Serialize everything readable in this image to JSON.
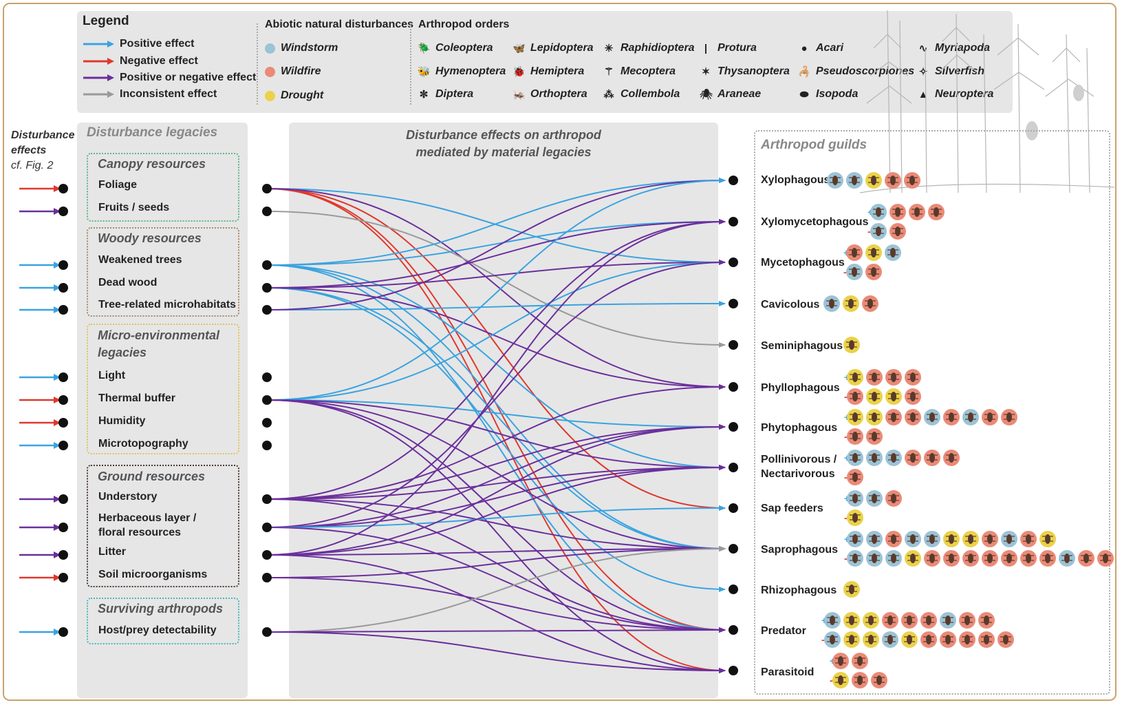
{
  "legend": {
    "title": "Legend",
    "effects": [
      {
        "label": "Positive effect",
        "color": "#3aa3e0"
      },
      {
        "label": "Negative effect",
        "color": "#e0382c"
      },
      {
        "label": "Positive or negative effect",
        "color": "#6b2f9c"
      },
      {
        "label": "Inconsistent effect",
        "color": "#9a9a9a"
      }
    ],
    "abiotic_title": "Abiotic natural disturbances",
    "abiotic": [
      {
        "label": "Windstorm",
        "color": "#9cc3d6"
      },
      {
        "label": "Wildfire",
        "color": "#ea8a78"
      },
      {
        "label": "Drought",
        "color": "#ead24a"
      }
    ],
    "orders_title": "Arthropod orders",
    "orders": [
      {
        "label": "Coleoptera",
        "icon": "beetle-icon"
      },
      {
        "label": "Hymenoptera",
        "icon": "bee-icon"
      },
      {
        "label": "Diptera",
        "icon": "fly-icon"
      },
      {
        "label": "Lepidoptera",
        "icon": "butterfly-icon"
      },
      {
        "label": "Hemiptera",
        "icon": "bug-icon"
      },
      {
        "label": "Orthoptera",
        "icon": "grasshopper-icon"
      },
      {
        "label": "Raphidioptera",
        "icon": "snakefly-icon"
      },
      {
        "label": "Mecoptera",
        "icon": "scorpionfly-icon"
      },
      {
        "label": "Collembola",
        "icon": "springtail-icon"
      },
      {
        "label": "Protura",
        "icon": "protura-icon"
      },
      {
        "label": "Thysanoptera",
        "icon": "thrips-icon"
      },
      {
        "label": "Araneae",
        "icon": "spider-icon"
      },
      {
        "label": "Acari",
        "icon": "mite-icon"
      },
      {
        "label": "Pseudoscorpiones",
        "icon": "pseudoscorpion-icon"
      },
      {
        "label": "Isopoda",
        "icon": "woodlouse-icon"
      },
      {
        "label": "Myriapoda",
        "icon": "millipede-icon"
      },
      {
        "label": "Silverfish",
        "icon": "silverfish-icon"
      },
      {
        "label": "Neuroptera",
        "icon": "lacewing-icon"
      }
    ]
  },
  "disturbance_effects": {
    "title": "Disturbance effects",
    "subtitle": "cf. Fig. 2"
  },
  "legacies": {
    "title": "Disturbance legacies",
    "groups": [
      {
        "title": "Canopy resources",
        "border": "#5fb58a",
        "items": [
          {
            "label": "Foliage",
            "effect": "#e0382c"
          },
          {
            "label": "Fruits / seeds",
            "effect": "#6b2f9c"
          }
        ]
      },
      {
        "title": "Woody resources",
        "border": "#a98a67",
        "items": [
          {
            "label": "Weakened trees",
            "effect": "#3aa3e0"
          },
          {
            "label": "Dead wood",
            "effect": "#3aa3e0"
          },
          {
            "label": "Tree-related microhabitats",
            "effect": "#3aa3e0"
          }
        ]
      },
      {
        "title": "Micro-environmental legacies",
        "border": "#e0c35a",
        "items": [
          {
            "label": "Light",
            "effect": "#3aa3e0"
          },
          {
            "label": "Thermal buffer",
            "effect": "#e0382c"
          },
          {
            "label": "Humidity",
            "effect": "#e0382c"
          },
          {
            "label": "Microtopography",
            "effect": "#3aa3e0"
          }
        ]
      },
      {
        "title": "Ground resources",
        "border": "#4a3a30",
        "items": [
          {
            "label": "Understory",
            "effect": "#6b2f9c"
          },
          {
            "label": "Herbaceous layer / floral resources",
            "effect": "#6b2f9c"
          },
          {
            "label": "Litter",
            "effect": "#6b2f9c"
          },
          {
            "label": "Soil microorganisms",
            "effect": "#e0382c"
          }
        ]
      },
      {
        "title": "Surviving arthropods",
        "border": "#4ab8b8",
        "items": [
          {
            "label": "Host/prey detectability",
            "effect": "#3aa3e0"
          }
        ]
      }
    ]
  },
  "middle": {
    "title": "Disturbance effects on arthropod mediated by material legacies"
  },
  "guilds": {
    "title": "Arthropod guilds",
    "items": [
      {
        "label": "Xylophagous"
      },
      {
        "label": "Xylomycetophagous"
      },
      {
        "label": "Mycetophagous"
      },
      {
        "label": "Cavicolous"
      },
      {
        "label": "Seminiphagous"
      },
      {
        "label": "Phyllophagous"
      },
      {
        "label": "Phytophagous"
      },
      {
        "label": "Pollinivorous / Nectarivorous"
      },
      {
        "label": "Sap feeders"
      },
      {
        "label": "Saprophagous"
      },
      {
        "label": "Rhizophagous"
      },
      {
        "label": "Predator"
      },
      {
        "label": "Parasitoid"
      }
    ]
  },
  "plus_sign": "+",
  "minus_sign": "-",
  "links": [
    {
      "from": 0,
      "to": 2,
      "effect": "positive"
    },
    {
      "from": 0,
      "to": 8,
      "effect": "negative"
    },
    {
      "from": 0,
      "to": 11,
      "effect": "negative"
    },
    {
      "from": 0,
      "to": 12,
      "effect": "negative"
    },
    {
      "from": 0,
      "to": 5,
      "effect": "mixed"
    },
    {
      "from": 1,
      "to": 4,
      "effect": "inconsistent"
    },
    {
      "from": 2,
      "to": 0,
      "effect": "positive"
    },
    {
      "from": 2,
      "to": 1,
      "effect": "positive"
    },
    {
      "from": 2,
      "to": 7,
      "effect": "positive"
    },
    {
      "from": 2,
      "to": 9,
      "effect": "positive"
    },
    {
      "from": 2,
      "to": 11,
      "effect": "positive"
    },
    {
      "from": 3,
      "to": 1,
      "effect": "mixed"
    },
    {
      "from": 3,
      "to": 2,
      "effect": "mixed"
    },
    {
      "from": 3,
      "to": 9,
      "effect": "positive"
    },
    {
      "from": 3,
      "to": 10,
      "effect": "positive"
    },
    {
      "from": 3,
      "to": 5,
      "effect": "mixed"
    },
    {
      "from": 4,
      "to": 3,
      "effect": "positive"
    },
    {
      "from": 4,
      "to": 0,
      "effect": "mixed"
    },
    {
      "from": 6,
      "to": 0,
      "effect": "positive"
    },
    {
      "from": 6,
      "to": 2,
      "effect": "positive"
    },
    {
      "from": 6,
      "to": 6,
      "effect": "positive"
    },
    {
      "from": 6,
      "to": 9,
      "effect": "mixed"
    },
    {
      "from": 6,
      "to": 11,
      "effect": "mixed"
    },
    {
      "from": 6,
      "to": 12,
      "effect": "mixed"
    },
    {
      "from": 6,
      "to": 7,
      "effect": "mixed"
    },
    {
      "from": 9,
      "to": 1,
      "effect": "mixed"
    },
    {
      "from": 9,
      "to": 5,
      "effect": "mixed"
    },
    {
      "from": 9,
      "to": 6,
      "effect": "mixed"
    },
    {
      "from": 9,
      "to": 7,
      "effect": "mixed"
    },
    {
      "from": 9,
      "to": 9,
      "effect": "mixed"
    },
    {
      "from": 9,
      "to": 11,
      "effect": "mixed"
    },
    {
      "from": 10,
      "to": 2,
      "effect": "mixed"
    },
    {
      "from": 10,
      "to": 6,
      "effect": "mixed"
    },
    {
      "from": 10,
      "to": 7,
      "effect": "mixed"
    },
    {
      "from": 10,
      "to": 8,
      "effect": "positive"
    },
    {
      "from": 10,
      "to": 11,
      "effect": "mixed"
    },
    {
      "from": 11,
      "to": 1,
      "effect": "mixed"
    },
    {
      "from": 11,
      "to": 6,
      "effect": "mixed"
    },
    {
      "from": 11,
      "to": 9,
      "effect": "mixed"
    },
    {
      "from": 11,
      "to": 12,
      "effect": "mixed"
    },
    {
      "from": 11,
      "to": 7,
      "effect": "mixed"
    },
    {
      "from": 12,
      "to": 9,
      "effect": "mixed"
    },
    {
      "from": 12,
      "to": 11,
      "effect": "mixed"
    },
    {
      "from": 13,
      "to": 9,
      "effect": "inconsistent"
    },
    {
      "from": 13,
      "to": 11,
      "effect": "mixed"
    },
    {
      "from": 13,
      "to": 12,
      "effect": "mixed"
    }
  ],
  "guild_badges": [
    [
      [
        "#9cc3d6",
        "#9cc3d6",
        "#ead24a",
        "#ea8a78",
        "#ea8a78"
      ]
    ],
    [
      [
        "#9cc3d6",
        "#ea8a78",
        "#ea8a78",
        "#ea8a78"
      ],
      [
        "#9cc3d6",
        "#ea8a78"
      ]
    ],
    [
      [
        "#ea8a78",
        "#ead24a",
        "#9cc3d6"
      ],
      [
        "#9cc3d6",
        "#ea8a78"
      ]
    ],
    [
      [
        "#9cc3d6",
        "#ead24a",
        "#ea8a78"
      ]
    ],
    [
      [
        "#ead24a"
      ]
    ],
    [
      [
        "#ead24a",
        "#ea8a78",
        "#ea8a78",
        "#ea8a78"
      ],
      [
        "#ea8a78",
        "#ead24a",
        "#ead24a",
        "#ea8a78"
      ]
    ],
    [
      [
        "#ead24a",
        "#ead24a",
        "#ea8a78",
        "#ea8a78",
        "#9cc3d6",
        "#ea8a78",
        "#9cc3d6",
        "#ea8a78",
        "#ea8a78"
      ],
      [
        "#ea8a78",
        "#ea8a78"
      ]
    ],
    [
      [
        "#9cc3d6",
        "#9cc3d6",
        "#9cc3d6",
        "#ea8a78",
        "#ea8a78",
        "#ea8a78"
      ],
      [
        "#ea8a78"
      ]
    ],
    [
      [
        "#9cc3d6",
        "#9cc3d6",
        "#ea8a78"
      ],
      [
        "#ead24a"
      ]
    ],
    [
      [
        "#9cc3d6",
        "#9cc3d6",
        "#ea8a78",
        "#9cc3d6",
        "#9cc3d6",
        "#ead24a",
        "#ead24a",
        "#ea8a78",
        "#9cc3d6",
        "#ea8a78",
        "#ead24a"
      ],
      [
        "#9cc3d6",
        "#9cc3d6",
        "#9cc3d6",
        "#ead24a",
        "#ea8a78",
        "#ea8a78",
        "#ea8a78",
        "#ea8a78",
        "#ea8a78",
        "#ea8a78",
        "#ea8a78",
        "#9cc3d6",
        "#ea8a78",
        "#ea8a78"
      ]
    ],
    [
      [
        "#ead24a"
      ]
    ],
    [
      [
        "#9cc3d6",
        "#ead24a",
        "#ead24a",
        "#ea8a78",
        "#ea8a78",
        "#ea8a78",
        "#9cc3d6",
        "#ea8a78",
        "#ea8a78"
      ],
      [
        "#9cc3d6",
        "#ead24a",
        "#ead24a",
        "#9cc3d6",
        "#ead24a",
        "#ea8a78",
        "#ea8a78",
        "#ea8a78",
        "#ea8a78",
        "#ea8a78"
      ]
    ],
    [
      [
        "#ea8a78",
        "#ea8a78"
      ],
      [
        "#ead24a",
        "#ea8a78",
        "#ea8a78"
      ]
    ]
  ]
}
